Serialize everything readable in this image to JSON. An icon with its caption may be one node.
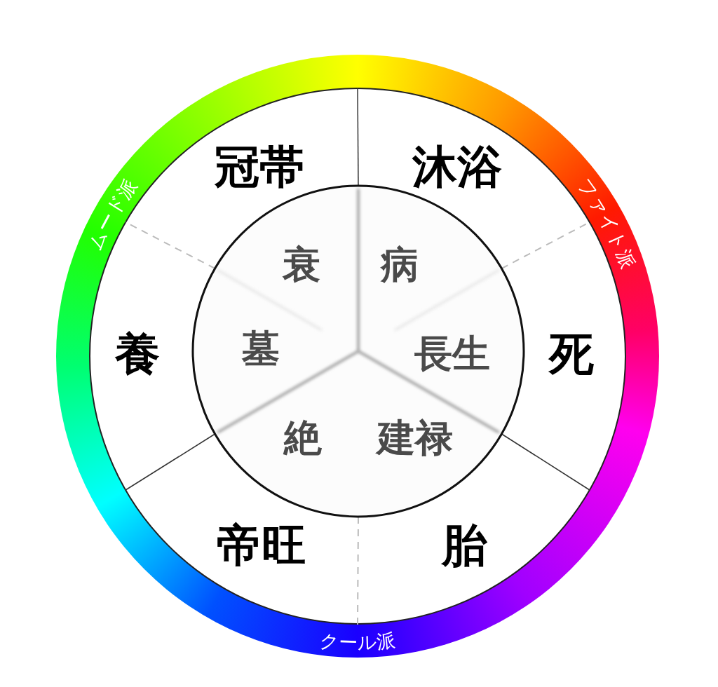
{
  "diagram": {
    "labels": [
      "冠帯",
      "沐浴",
      "ムード派",
      "ファイト派",
      "衰",
      "病",
      "養",
      "墓",
      "長生",
      "死",
      "絶",
      "建禄",
      "帝旺",
      "胎",
      "クール派"
    ]
  }
}
